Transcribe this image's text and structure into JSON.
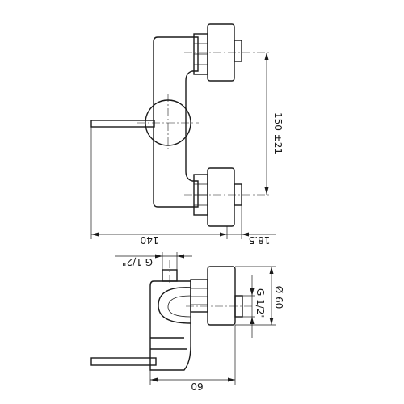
{
  "dimensions": {
    "vertical_spacing": "150 ±21",
    "overall_width": "140",
    "offset": "18.5",
    "thread_top": "G 1/2\"",
    "thread_side": "G 1/2\"",
    "rosette_diameter": "Ø 60",
    "depth": "60"
  }
}
